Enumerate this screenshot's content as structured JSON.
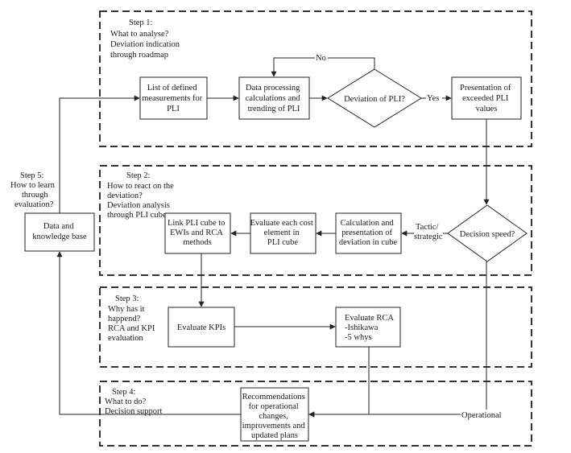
{
  "step1": {
    "title": "Step 1:",
    "lines": [
      "What to analyse?",
      "Deviation indication",
      "through roadmap"
    ]
  },
  "step2": {
    "title": "Step 2:",
    "lines": [
      "How to react on the",
      "deviation?",
      "Deviation analysis",
      "through PLI cube"
    ]
  },
  "step3": {
    "title": "Step 3:",
    "lines": [
      "Why has it",
      "happend?",
      "RCA and KPI",
      "evaluation"
    ]
  },
  "step4": {
    "title": "Step 4:",
    "lines": [
      "What to do?",
      "Decision support"
    ]
  },
  "step5": {
    "title": "Step 5:",
    "lines": [
      "How to learn",
      "through",
      "evaluation?"
    ]
  },
  "nodes": {
    "list_measurements": [
      "List of defined",
      "measurements for",
      "PLI"
    ],
    "data_processing": [
      "Data processing",
      "calculations and",
      "trending of PLI"
    ],
    "deviation_decision": [
      "Deviation of PLI?"
    ],
    "presentation": [
      "Presentation of",
      "exceeded PLI",
      "values"
    ],
    "decision_speed": [
      "Decision speed?"
    ],
    "calc_presentation": [
      "Calculation and",
      "presentation of",
      "deviation in cube"
    ],
    "evaluate_cost": [
      "Evaluate each cost",
      "element in",
      "PLI cube"
    ],
    "link_pli": [
      "Link PLI cube to",
      "EWIs and RCA",
      "methods"
    ],
    "knowledge_base": [
      "Data and",
      "knowledge base"
    ],
    "evaluate_kpis": [
      "Evaluate KPIs"
    ],
    "evaluate_rca": [
      "Evaluate RCA",
      "-Ishikawa",
      "-5 whys"
    ],
    "recommendations": [
      "Recommendations",
      "for operational",
      "changes,",
      "improvements and",
      "updated plans"
    ]
  },
  "edge_labels": {
    "no": "No",
    "yes": "Yes",
    "tactic": [
      "Tactic/",
      "strategic"
    ],
    "operational": "Operational"
  }
}
